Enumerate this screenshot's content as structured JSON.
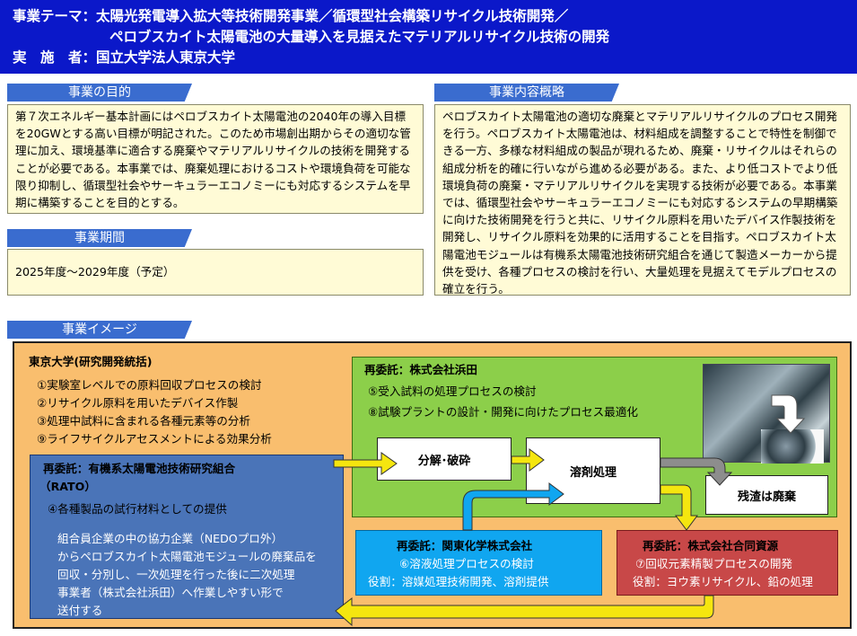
{
  "header": {
    "theme_label": "事業テーマ：",
    "theme_line1": "太陽光発電導入拡大等技術開発事業／循環型社会構築リサイクル技術開発／",
    "theme_line2": "ペロブスカイト太陽電池の大量導入を見据えたマテリアルリサイクル技術の開発",
    "implementer_label": "実　施　者：",
    "implementer": "国立大学法人東京大学"
  },
  "purpose": {
    "title": "事業の目的",
    "body": "第７次エネルギー基本計画にはペロブスカイト太陽電池の2040年の導入目標を20GWとする高い目標が明記された。このため市場創出期からその適切な管理に加え、環境基準に適合する廃棄やマテリアルリサイクルの技術を開発することが必要である。本事業では、廃棄処理におけるコストや環境負荷を可能な限り抑制し、循環型社会やサーキュラーエコノミーにも対応するシステムを早期に構築することを目的とする。"
  },
  "period": {
    "title": "事業期間",
    "body": "2025年度～2029年度（予定）"
  },
  "overview": {
    "title": "事業内容概略",
    "body": "ペロブスカイト太陽電池の適切な廃棄とマテリアルリサイクルのプロセス開発を行う。ペロブスカイト太陽電池は、材料組成を調整することで特性を制御できる一方、多様な材料組成の製品が現れるため、廃棄・リサイクルはそれらの組成分析を的確に行いながら進める必要がある。また、より低コストでより低環境負荷の廃棄・マテリアルリサイクルを実現する技術が必要である。本事業では、循環型社会やサーキュラーエコノミーにも対応するシステムの早期構築に向けた技術開発を行うと共に、リサイクル原料を用いたデバイス作製技術を開発し、リサイクル原料を効果的に活用することを目指す。ペロブスカイト太陽電池モジュールは有機系太陽電池技術研究組合を通じて製造メーカーから提供を受け、各種プロセスの検討を行い、大量処理を見据えてモデルプロセスの確立を行う。"
  },
  "image_section": {
    "title": "事業イメージ",
    "todai": {
      "title": "東京大学(研究開発統括)",
      "items": [
        "①実験室レベルでの原料回収プロセスの検討",
        "②リサイクル原料を用いたデバイス作製",
        "③処理中試料に含まれる各種元素等の分析",
        "⑨ライフサイクルアセスメントによる効果分析"
      ]
    },
    "hamada": {
      "title": "再委託：株式会社浜田",
      "items": [
        "⑤受入試料の処理プロセスの検討",
        "⑧試験プラントの設計・開発に向けたプロセス最適化"
      ]
    },
    "rato": {
      "title_line1": "再委託：有機系太陽電池技術研究組合",
      "title_line2": "（RATO）",
      "item": "④各種製品の試行材料としての提供",
      "desc": [
        "組合員企業の中の協力企業（NEDOプロ外）",
        "からペロブスカイト太陽電池モジュールの廃棄品を",
        "回収・分別し、一次処理を行った後に二次処理",
        "事業者（株式会社浜田）へ作業しやすい形で",
        "送付する"
      ]
    },
    "kanto": {
      "title": "再委託：関東化学株式会社",
      "item": "⑥溶液処理プロセスの検討",
      "role": "役割：溶媒処理技術開発、溶剤提供"
    },
    "godo": {
      "title": "再委託：株式会社合同資源",
      "item": "⑦回収元素精製プロセスの開発",
      "role": "役割：ヨウ素リサイクル、鉛の処理"
    },
    "process": {
      "crush": "分解･破砕",
      "solvent": "溶剤処理",
      "residue": "残渣は廃棄"
    }
  },
  "colors": {
    "header_bg": "#0b18c9",
    "tab_bg": "#3a6ccf",
    "text_box_bg": "#fffbd6",
    "image_bg": "#f9be6e",
    "green": "#8ccf4a",
    "blue_dark": "#4a74b8",
    "blue_light": "#10a6f0",
    "red": "#c84848",
    "arrow_yellow": "#f5e60f"
  }
}
